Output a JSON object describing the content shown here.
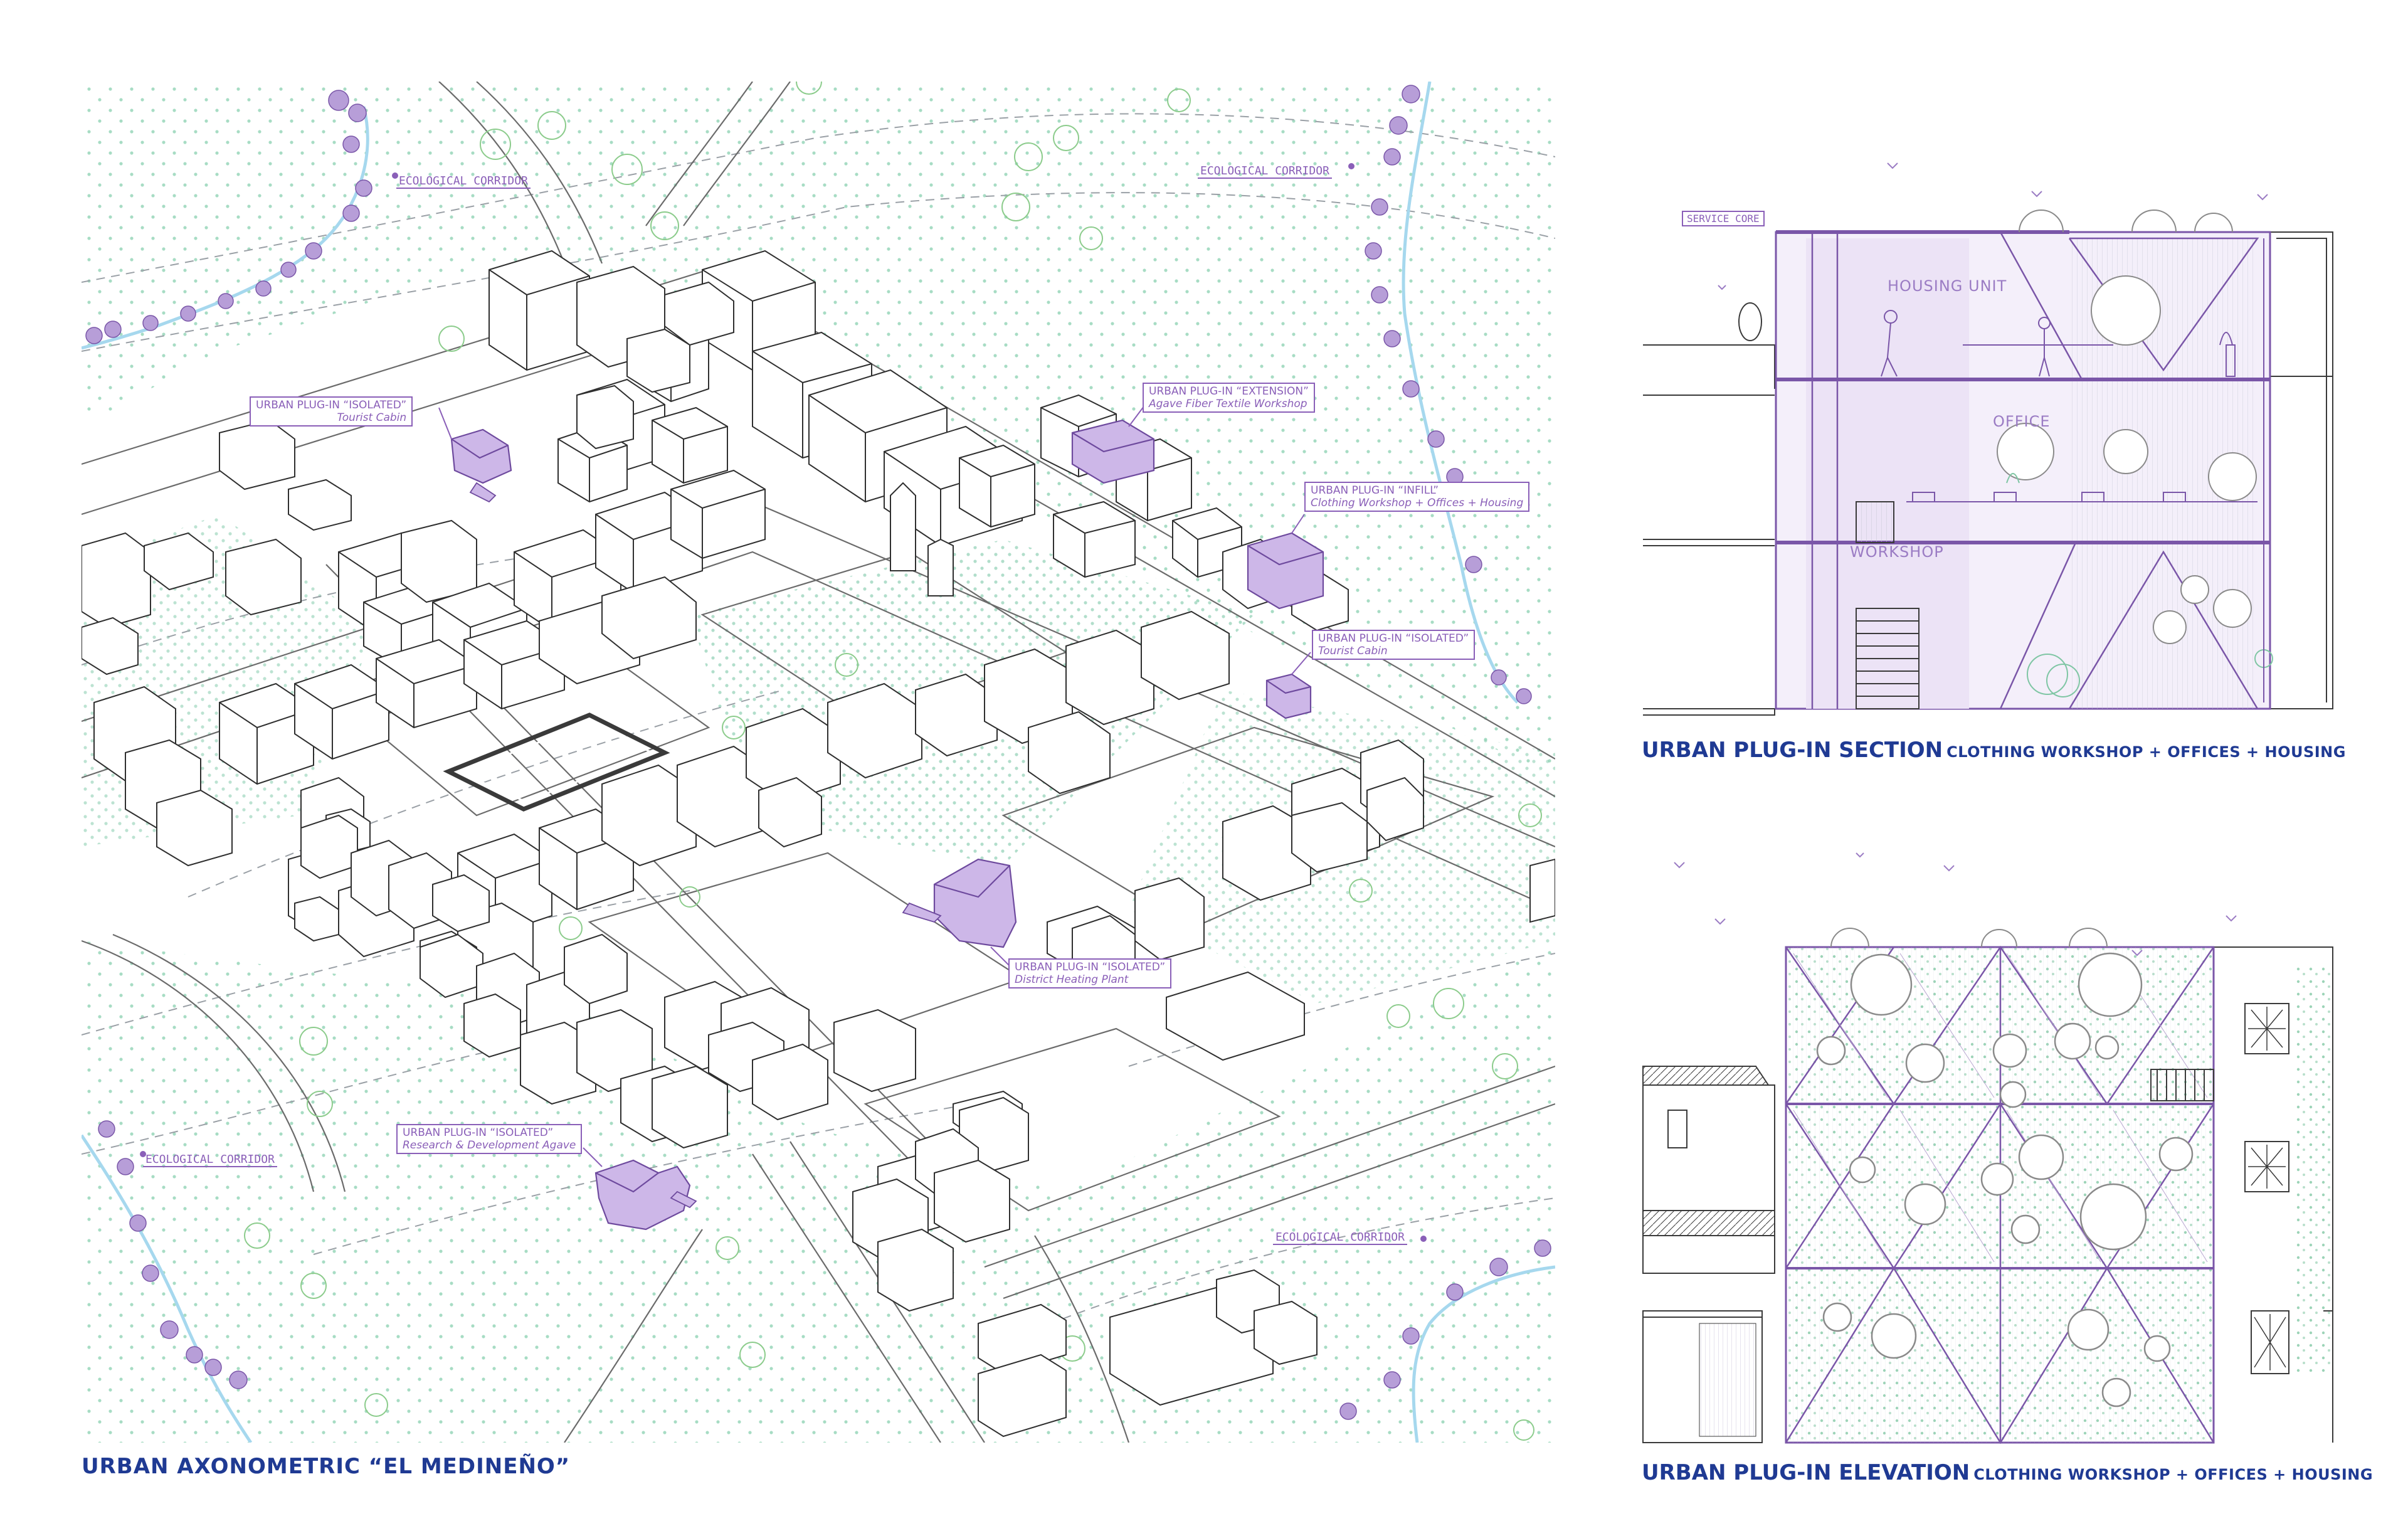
{
  "axonometric": {
    "title": "URBAN AXONOMETRIC “EL MEDINEÑO”",
    "corridor_labels": [
      "ECOLOGICAL CORRIDOR",
      "ECOLOGICAL CORRIDOR",
      "ECOLOGICAL CORRIDOR",
      "ECOLOGICAL CORRIDOR"
    ],
    "plugins": [
      {
        "type": "URBAN PLUG-IN “ISOLATED”",
        "use": "Tourist Cabin"
      },
      {
        "type": "URBAN PLUG-IN “EXTENSION”",
        "use": "Agave Fiber Textile Workshop"
      },
      {
        "type": "URBAN PLUG-IN “INFILL”",
        "use": "Clothing Workshop + Offices + Housing"
      },
      {
        "type": "URBAN PLUG-IN “ISOLATED”",
        "use": "Tourist Cabin"
      },
      {
        "type": "URBAN PLUG-IN “ISOLATED”",
        "use": "District Heating Plant"
      },
      {
        "type": "URBAN PLUG-IN “ISOLATED”",
        "use": "Research & Development Agave"
      }
    ]
  },
  "section": {
    "title": "URBAN PLUG-IN SECTION",
    "subtitle": "CLOTHING WORKSHOP + OFFICES + HOUSING",
    "service_core": "SERVICE CORE",
    "levels": [
      "HOUSING UNIT",
      "OFFICE",
      "WORKSHOP"
    ]
  },
  "elevation": {
    "title": "URBAN PLUG-IN ELEVATION",
    "subtitle": "CLOTHING WORKSHOP + OFFICES + HOUSING"
  },
  "colors": {
    "plugin_purple": "#8a5fb8",
    "title_blue": "#1f3a93",
    "vegetation_green": "#7fc6a4",
    "water_blue": "#a6d8ee",
    "line_gray": "#3a3a3a"
  }
}
